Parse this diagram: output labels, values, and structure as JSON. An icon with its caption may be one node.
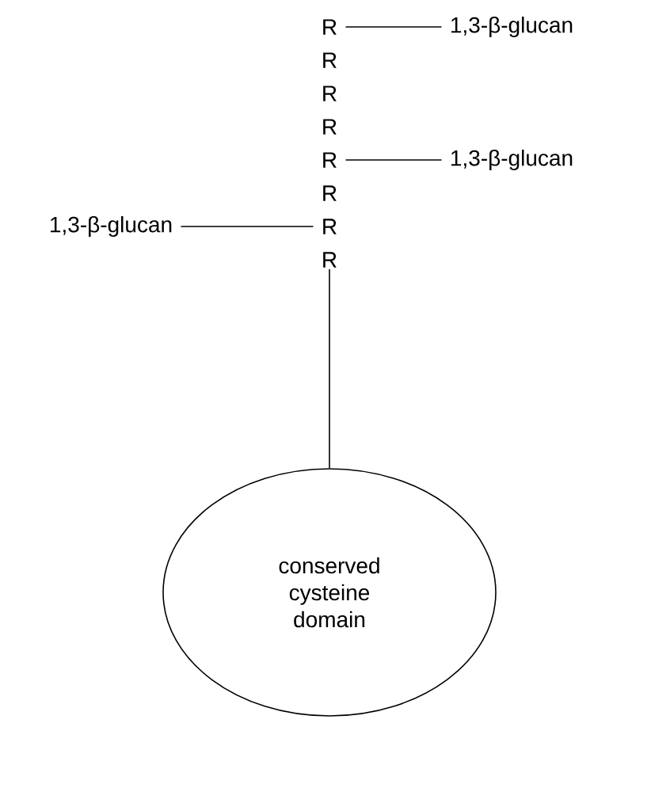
{
  "diagram": {
    "nodes": [
      {
        "text": [
          "R"
        ]
      },
      {
        "text": [
          "R"
        ]
      },
      {
        "text": [
          "R"
        ]
      },
      {
        "text": [
          "R"
        ]
      },
      {
        "text": [
          "R"
        ]
      },
      {
        "text": [
          "R"
        ]
      },
      {
        "text": [
          "R"
        ]
      },
      {
        "text": [
          "R"
        ]
      },
      {
        "text": [
          "1,3-β-glucan"
        ]
      },
      {
        "text": [
          "1,3-β-glucan"
        ]
      },
      {
        "text": [
          "1,3-β-glucan"
        ]
      },
      {
        "text": [
          "conserved cysteine domain"
        ]
      }
    ],
    "edges": [
      {
        "from": 0,
        "to": 8,
        "arrow": "none"
      },
      {
        "from": 4,
        "to": 9,
        "arrow": "none"
      },
      {
        "from": 10,
        "to": 6,
        "arrow": "none"
      },
      {
        "from": 7,
        "to": 11,
        "arrow": "none"
      }
    ]
  }
}
